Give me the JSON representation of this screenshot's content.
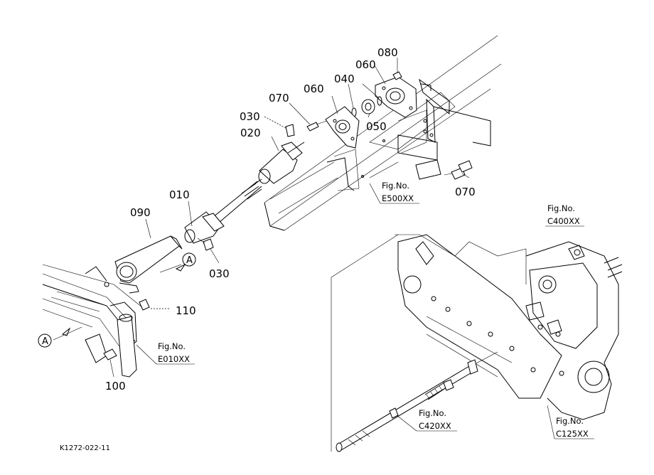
{
  "diagram": {
    "part_labels": {
      "p080": "080",
      "p060_right": "060",
      "p040": "040",
      "p060_left": "060",
      "p070_top": "070",
      "p050": "050",
      "p030_top": "030",
      "p020": "020",
      "p070_right": "070",
      "p010": "010",
      "p090": "090",
      "p030_bottom": "030",
      "p110": "110",
      "p100": "100"
    },
    "fig_refs": {
      "e500": {
        "line1": "Fig.No.",
        "line2": "E500XX"
      },
      "c400": {
        "line1": "Fig.No.",
        "line2": "C400XX"
      },
      "e010": {
        "line1": "Fig.No.",
        "line2": "E010XX"
      },
      "c420": {
        "line1": "Fig.No.",
        "line2": "C420XX"
      },
      "c125": {
        "line1": "Fig.No.",
        "line2": "C125XX"
      }
    },
    "callouts": {
      "a_upper": "A",
      "a_lower": "A"
    },
    "drawing_code": "K1272-022-11"
  }
}
